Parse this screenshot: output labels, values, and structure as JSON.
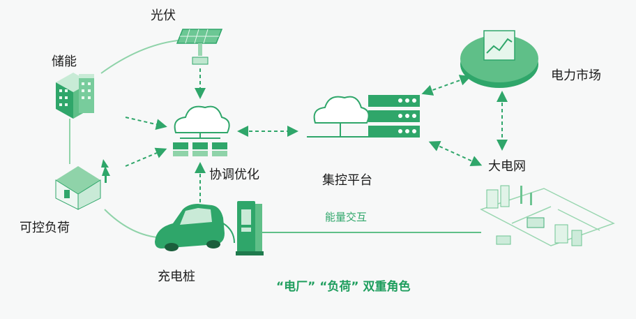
{
  "nodes": {
    "solar": "光伏",
    "storage": "储能",
    "controllable_load": "可控负荷",
    "charging_pile": "充电桩",
    "coordination": "协调优化",
    "control_platform": "集控平台",
    "power_market": "电力市场",
    "big_grid": "大电网"
  },
  "energy_exchange": "能量交互",
  "dual_role": "“电厂”  “负荷”  双重角色",
  "colors": {
    "accent": "#2fa66a",
    "dark_green": "#1f7a4d",
    "light_green": "#8fd3a9"
  }
}
